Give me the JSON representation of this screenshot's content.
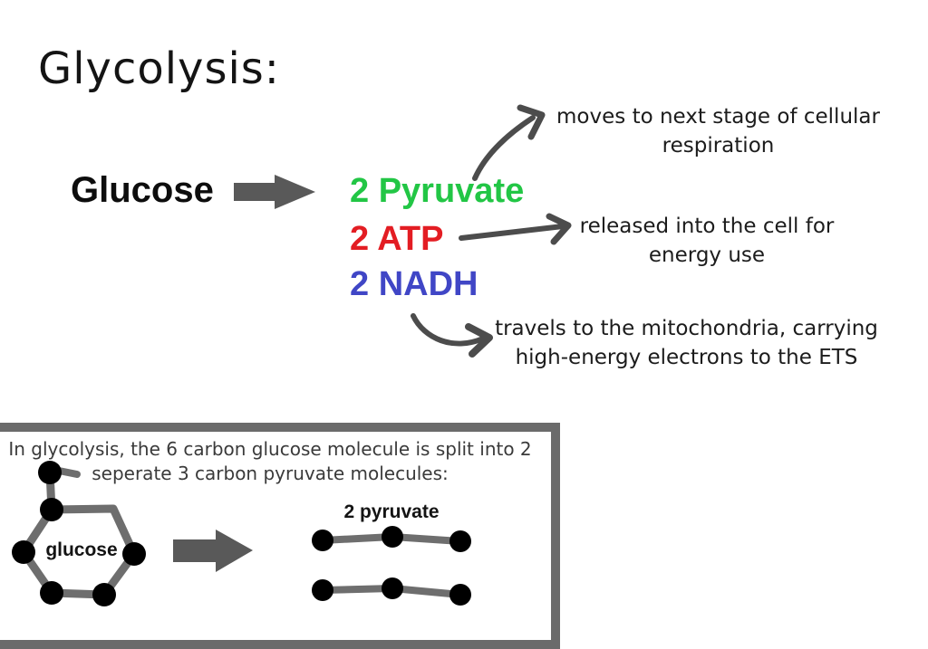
{
  "title": "Glycolysis:",
  "reaction": {
    "substrate": "Glucose",
    "products": [
      {
        "label": "2 Pyruvate",
        "color": "#22c645",
        "note_lines": [
          "moves to next stage of cellular",
          "respiration"
        ]
      },
      {
        "label": "2 ATP",
        "color": "#e31d23",
        "note_lines": [
          "released into the cell for",
          "energy use"
        ]
      },
      {
        "label": "2 NADH",
        "color": "#4046c6",
        "note_lines": [
          "travels to the mitochondria, carrying",
          "high-energy electrons to the ETS"
        ]
      }
    ]
  },
  "inset": {
    "caption_lines": [
      "In glycolysis, the 6 carbon glucose molecule is split into 2",
      "seperate 3 carbon pyruvate molecules:"
    ],
    "glucose_label": "glucose",
    "pyruvate_label": "2 pyruvate"
  },
  "colors": {
    "block_arrow_gray": "#595959",
    "hand_arrow_gray": "#4c4c4c",
    "bond_gray": "#6e6e6e",
    "box_border_gray": "#6b6b6b",
    "carbon_black": "#000000",
    "pyruvate_green": "#22c645",
    "atp_red": "#e31d23",
    "nadh_blue": "#4046c6"
  }
}
